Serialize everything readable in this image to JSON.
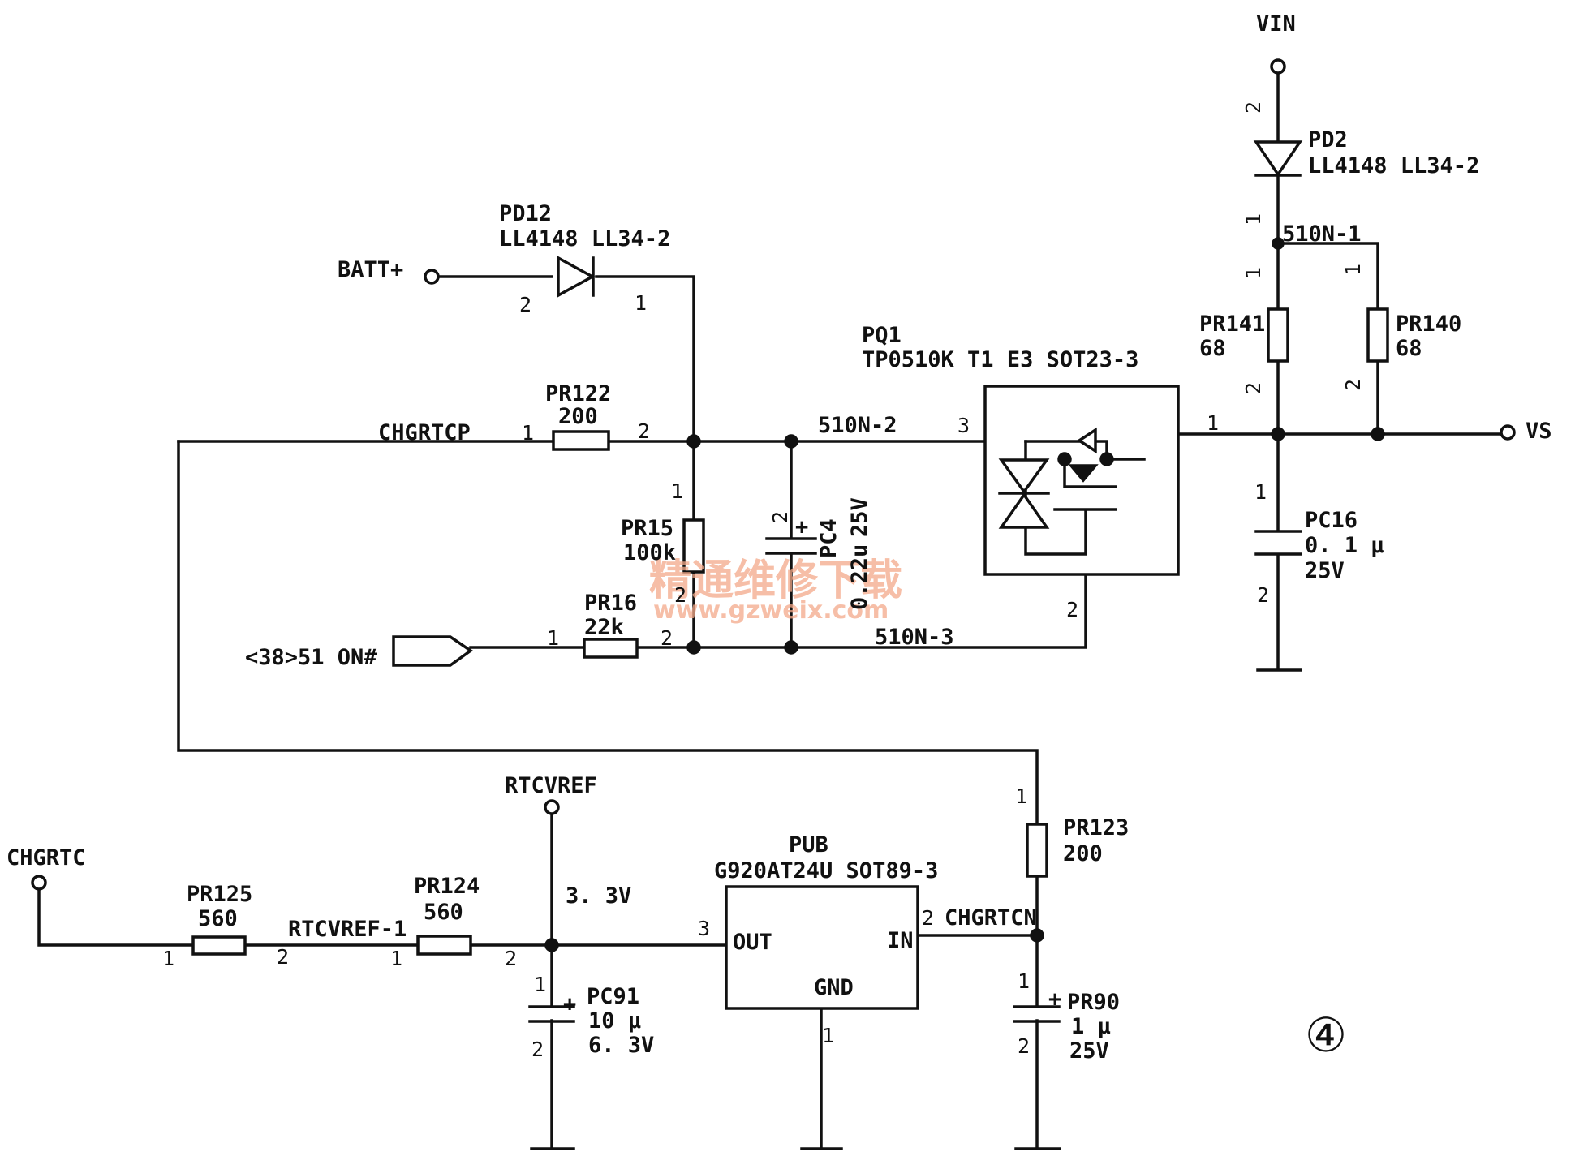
{
  "nets": {
    "vin": "VIN",
    "batt": "BATT+",
    "vs": "VS",
    "chgrtcp": "CHGRTCP",
    "n510n1": "510N-1",
    "n510n2": "510N-2",
    "n510n3": "510N-3",
    "on51": "<38>51 ON#",
    "rtcvref": "RTCVREF",
    "chgrtc": "CHGRTC",
    "rtcvref1": "RTCVREF-1",
    "chgrtcn": "CHGRTCN",
    "v33": "3. 3V"
  },
  "components": {
    "pd2": {
      "ref": "PD2",
      "value": "LL4148 LL34-2"
    },
    "pd12": {
      "ref": "PD12",
      "value": "LL4148 LL34-2"
    },
    "pq1": {
      "ref": "PQ1",
      "value": "TP0510K T1 E3 SOT23-3"
    },
    "pr141": {
      "ref": "PR141",
      "value": "68"
    },
    "pr140": {
      "ref": "PR140",
      "value": "68"
    },
    "pr122": {
      "ref": "PR122",
      "value": "200"
    },
    "pr15": {
      "ref": "PR15",
      "value": "100k"
    },
    "pc4": {
      "ref": "PC4",
      "value": "0.22u",
      "voltage": "25V"
    },
    "pr16": {
      "ref": "PR16",
      "value": "22k"
    },
    "pc16": {
      "ref": "PC16",
      "value": "0. 1 μ",
      "voltage": "25V"
    },
    "pr123": {
      "ref": "PR123",
      "value": "200"
    },
    "pub": {
      "ref": "PUB",
      "value": "G920AT24U SOT89-3",
      "out": "OUT",
      "in": "IN",
      "gnd": "GND"
    },
    "pr125": {
      "ref": "PR125",
      "value": "560"
    },
    "pr124": {
      "ref": "PR124",
      "value": "560"
    },
    "pc91": {
      "ref": "PC91",
      "value": "10 μ",
      "voltage": "6. 3V"
    },
    "pr90": {
      "ref": "PR90",
      "value": "1 μ",
      "voltage": "25V"
    }
  },
  "pins": {
    "p1": "1",
    "p2": "2",
    "p3": "3"
  },
  "figure_label": "④",
  "watermark": {
    "line1": "精通维修下载",
    "line2": "www.gzweix.com"
  }
}
